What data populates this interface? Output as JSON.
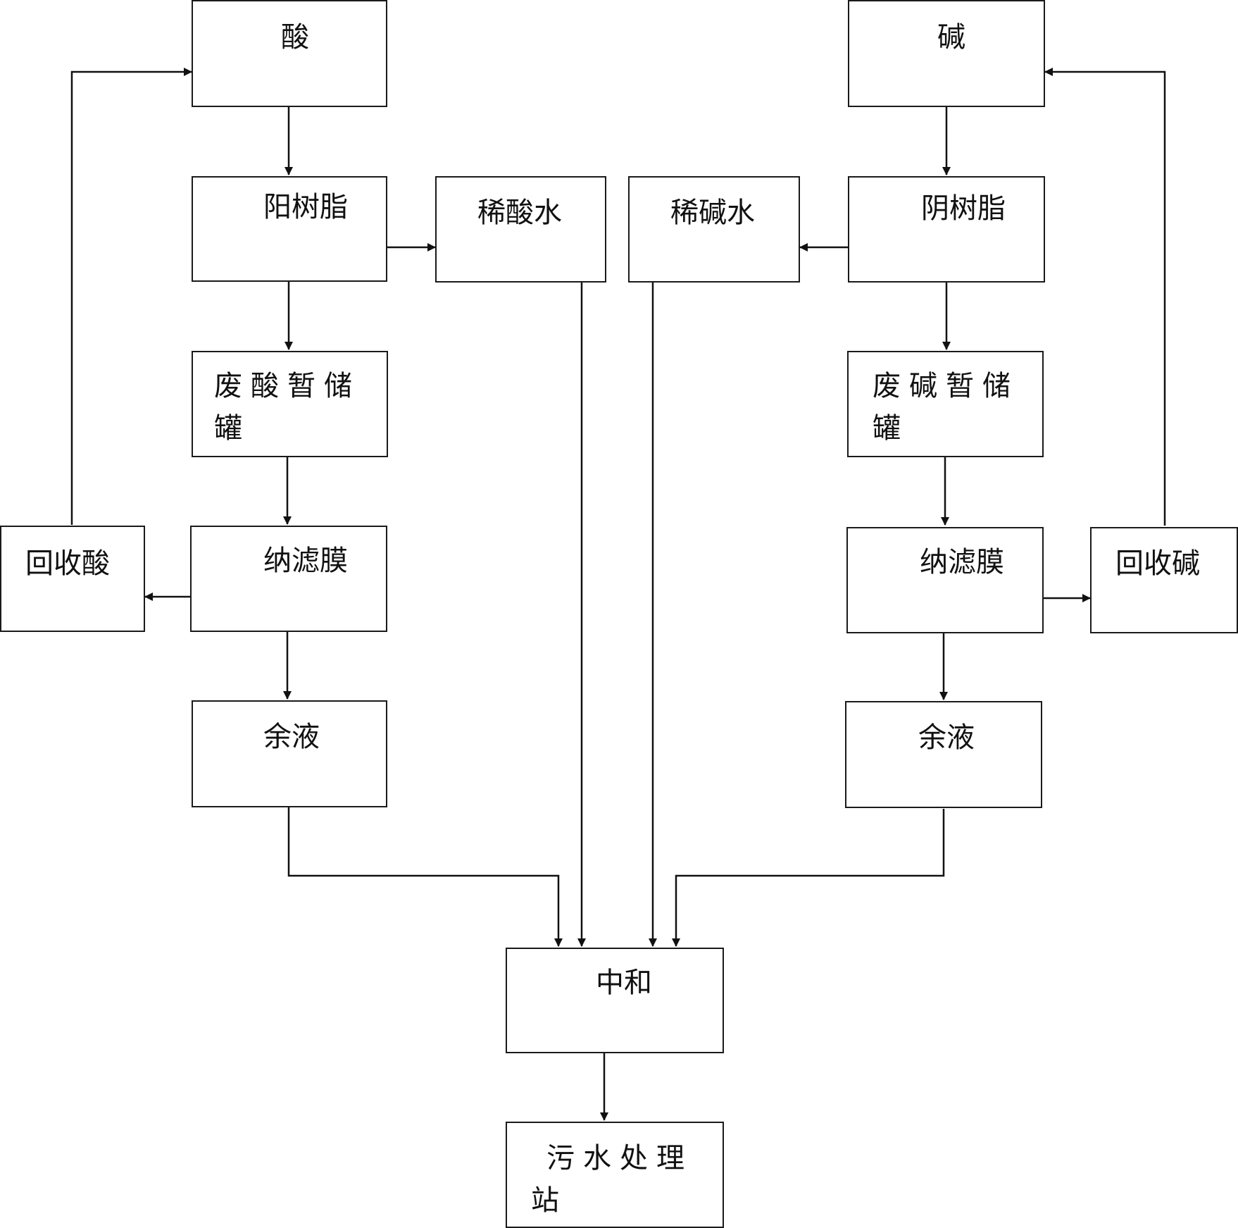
{
  "diagram": {
    "boxes": {
      "acid": "酸",
      "base": "碱",
      "cation_resin": "阳树脂",
      "anion_resin": "阴树脂",
      "dilute_acid_water": "稀酸水",
      "dilute_base_water": "稀碱水",
      "waste_acid_tank_line1": "废酸暂储",
      "waste_acid_tank_line2": "罐",
      "waste_base_tank_line1": "废碱暂储",
      "waste_base_tank_line2": "罐",
      "nanofiltration_left": "纳滤膜",
      "nanofiltration_right": "纳滤膜",
      "recovered_acid": "回收酸",
      "recovered_base": "回收碱",
      "residue_left": "余液",
      "residue_right": "余液",
      "neutralization": "中和",
      "sewage_station_line1": "污水处理",
      "sewage_station_line2": "站"
    }
  }
}
